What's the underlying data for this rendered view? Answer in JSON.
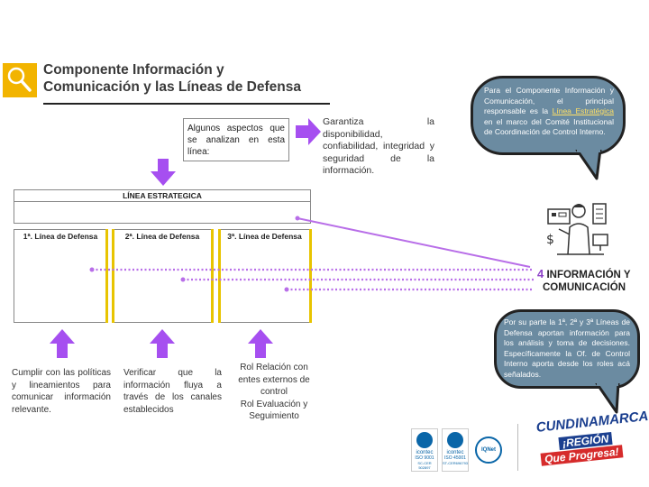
{
  "header": {
    "title_line1": "Componente Información y",
    "title_line2": "Comunicación y las Líneas de Defensa"
  },
  "aspects_box": {
    "line1": "Algunos aspectos que",
    "line2": "se analizan en esta",
    "line3": "línea:"
  },
  "guarantee_text": "Garantiza la disponibilidad, confiabilidad, integridad y seguridad de la información.",
  "linea_estrategica": {
    "title": "LÍNEA ESTRATEGICA"
  },
  "defense_lines": [
    {
      "label": "1ª. Línea de Defensa"
    },
    {
      "label": "2ª. Línea de Defensa"
    },
    {
      "label": "3ª. Línea de Defensa"
    }
  ],
  "bottom_texts": {
    "first": "Cumplir con las políticas y lineamientos para comunicar información relevante.",
    "second": "Verificar que la información fluya a través de los canales establecidos",
    "third_line1": "Rol Relación con",
    "third_line2": "entes externos de",
    "third_line3": "control",
    "third_line4": "Rol Evaluación y",
    "third_line5": "Seguimiento"
  },
  "bubble_top": {
    "text_before": "Para el Componente Información y Comunicación, el principal responsable es la ",
    "link": "Línea Estratégica",
    "text_after": " en el marco del Comité Institucional de Coordinación de Control Interno."
  },
  "bubble_bottom": {
    "text": "Por su parte la 1ª, 2ª y 3ª Líneas de Defensa aportan información para los análisis y toma de decisiones. Específicamente la Of. de Control Interno aporta desde los roles acá señalados."
  },
  "info_title": {
    "number": "4",
    "line1": "INFORMACIÓN Y",
    "line2": "COMUNICACIÓN"
  },
  "certifications": [
    {
      "name": "icontec",
      "sub": "ISO 9001",
      "code": "SC-CER 502897"
    },
    {
      "name": "icontec",
      "sub": "ISO 45001",
      "code": "ST-CER696793"
    },
    {
      "name": "IQNet",
      "sub": "",
      "code": ""
    }
  ],
  "brand": {
    "name": "CUNDINAMARCA",
    "slogan1": "¡REGIÓN",
    "slogan2": "Que Progresa!"
  },
  "colors": {
    "accent_purple": "#9b59d6",
    "arrow_purple": "#a64ff0",
    "bubble_blue": "#6b8ba1",
    "header_yellow": "#f2b400",
    "defense_yellow": "#e8c400",
    "brand_blue": "#1b3f8f",
    "brand_red": "#d62b2b"
  },
  "icons": [
    "magnifier-icon",
    "arrow-right-icon",
    "arrow-down-icon",
    "arrow-up-icon",
    "person-info-icon"
  ]
}
